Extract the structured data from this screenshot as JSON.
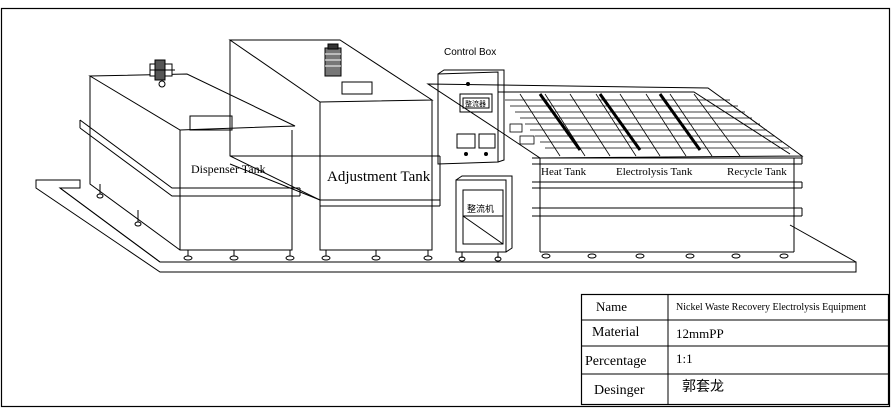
{
  "labels": {
    "control_box": "Control Box",
    "dispenser_tank": "Dispenser Tank",
    "adjustment_tank": "Adjustment Tank",
    "heat_tank": "Heat Tank",
    "electrolysis_tank": "Electrolysis Tank",
    "recycle_tank": "Recycle Tank",
    "panel_top": "整流器",
    "panel_bottom": "整流机"
  },
  "title_block": {
    "name_label": "Name",
    "name_value": "Nickel Waste Recovery Electrolysis Equipment",
    "material_label": "Material",
    "material_value": "12mmPP",
    "percentage_label": "Percentage",
    "percentage_value": "1:1",
    "designer_label": "Desinger",
    "designer_value": "郭套龙"
  },
  "colors": {
    "line": "#000000",
    "background": "#ffffff"
  },
  "icons": [
    "valve-icon",
    "motor-icon"
  ]
}
